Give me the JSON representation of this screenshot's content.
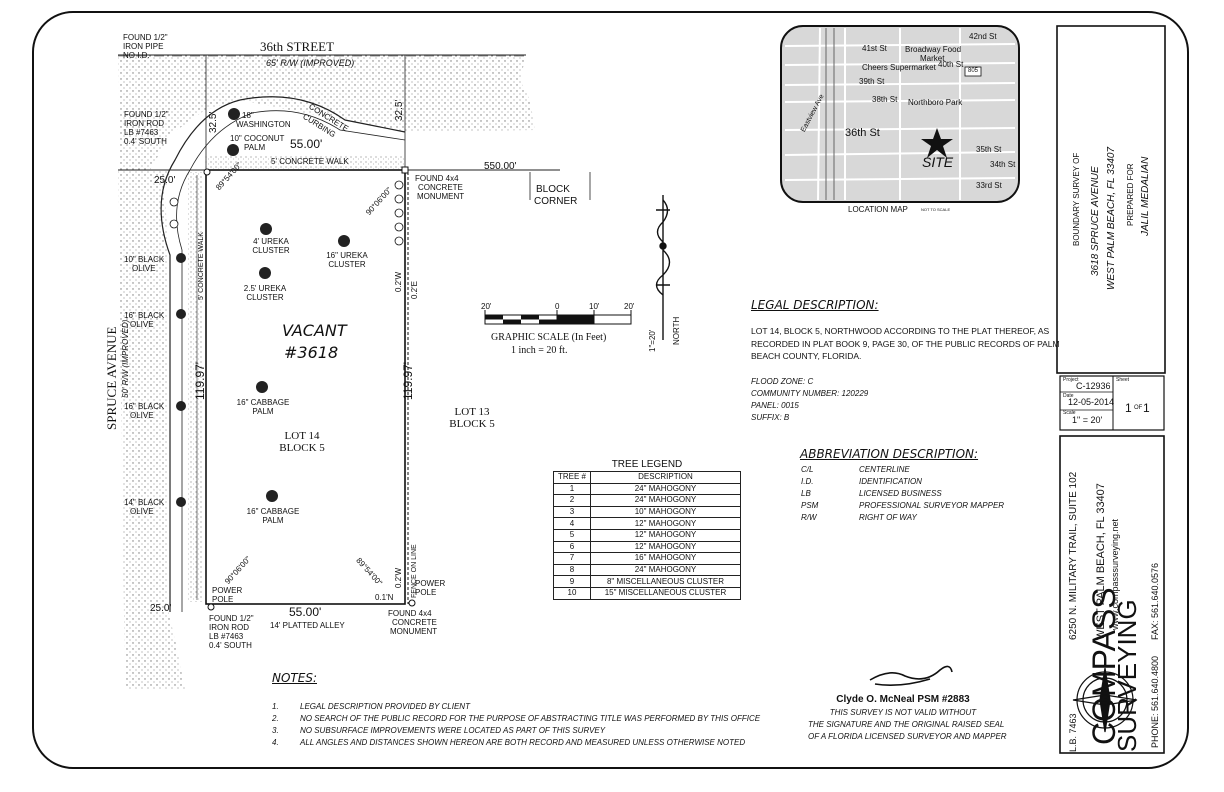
{
  "streets": {
    "north": "36th STREET",
    "north_row": "65' R/W (IMPROVED)",
    "west": "SPRUCE AVENUE",
    "west_row": "50' R/W (IMPROVED)",
    "alley": "14' PLATTED ALLEY"
  },
  "dimensions": {
    "top": "55.00'",
    "bottom": "55.00'",
    "west": "119.97'",
    "east": "119.97'",
    "setback_left": "32.5'",
    "setback_right": "32.5'",
    "corner_nw": "25.0'",
    "corner_sw": "25.0'",
    "block_dist": "550.00'",
    "east_offset_top": "0.2'W",
    "east_offset_mid": "0.2'E",
    "east_offset_bot": "0.2'W",
    "bottom_offset": "0.1'N"
  },
  "angles": {
    "nw": "89°54'00\"",
    "ne": "90°06'00\"",
    "sw": "90°06'00\"",
    "se": "89°54'00\""
  },
  "monuments": {
    "iron_pipe": [
      "FOUND 1/2\"",
      "IRON PIPE",
      "NO I.D."
    ],
    "iron_rod_top": [
      "FOUND 1/2\"",
      "IRON ROD",
      "LB #7463",
      "0.4' SOUTH"
    ],
    "iron_rod_bottom": [
      "FOUND 1/2\"",
      "IRON ROD",
      "LB #7463",
      "0.4' SOUTH"
    ],
    "concrete_top": [
      "FOUND 4x4",
      "CONCRETE",
      "MONUMENT"
    ],
    "concrete_bottom": [
      "FOUND 4x4",
      "CONCRETE",
      "MONUMENT"
    ],
    "power_pole_left": [
      "POWER",
      "POLE"
    ],
    "power_pole_right": [
      "POWER",
      "POLE"
    ]
  },
  "labels": {
    "concrete_curbing": [
      "CONCRETE",
      "CURBING"
    ],
    "concrete_walk_top": "5' CONCRETE WALK",
    "concrete_walk_side": "5' CONCRETE WALK",
    "block_corner": [
      "BLOCK",
      "CORNER"
    ],
    "fence": "FENCE ON LINE",
    "vacant": [
      "VACANT",
      "#3618"
    ],
    "lot14": [
      "LOT 14",
      "BLOCK 5"
    ],
    "lot13": [
      "LOT 13",
      "BLOCK 5"
    ],
    "north": "NORTH",
    "north_scale": "1\"=20'"
  },
  "trees": {
    "washington": [
      "18\"",
      "WASHINGTON"
    ],
    "coconut": [
      "10\" COCONUT",
      "PALM"
    ],
    "ureka4": [
      "4' UREKA",
      "CLUSTER"
    ],
    "ureka16": [
      "16\" UREKA",
      "CLUSTER"
    ],
    "ureka25": [
      "2.5' UREKA",
      "CLUSTER"
    ],
    "cabbage16a": [
      "16\" CABBAGE",
      "PALM"
    ],
    "cabbage16b": [
      "16\" CABBAGE",
      "PALM"
    ],
    "olive10": [
      "10\" BLACK",
      "OLIVE"
    ],
    "olive16a": [
      "16\" BLACK",
      "OLIVE"
    ],
    "olive16b": [
      "16\" BLACK",
      "OLIVE"
    ],
    "olive14": [
      "14\" BLACK",
      "OLIVE"
    ]
  },
  "tree_numbers": [
    "1",
    "2",
    "3",
    "4",
    "5",
    "6",
    "7",
    "8",
    "9",
    "10"
  ],
  "scale": {
    "title": "GRAPHIC SCALE (In Feet)",
    "ratio": "1 inch = 20  ft.",
    "ticks": [
      "20'",
      "0",
      "10'",
      "20'"
    ]
  },
  "location_map": {
    "caption": "LOCATION MAP",
    "not_to_scale": "NOT TO SCALE",
    "site": "SITE",
    "labels": [
      "42nd St",
      "41st St",
      "Broadway Food",
      "Market",
      "40th St",
      "Cheers Supermarket",
      "39th St",
      "38th St",
      "Northboro Park",
      "36th St",
      "35th St",
      "34th St",
      "33rd St",
      "Eastview Ave",
      "805"
    ]
  },
  "legal": {
    "title": "LEGAL DESCRIPTION:",
    "lines": [
      "LOT 14, BLOCK 5, NORTHWOOD ACCORDING TO THE PLAT THEREOF, AS",
      "RECORDED IN PLAT BOOK 9, PAGE 30, OF THE PUBLIC RECORDS OF PALM",
      "BEACH COUNTY, FLORIDA."
    ],
    "flood": [
      "FLOOD ZONE: C",
      "COMMUNITY NUMBER: 120229",
      "PANEL: 0015",
      "SUFFIX: B"
    ]
  },
  "tree_legend": {
    "title": "TREE LEGEND",
    "headers": [
      "TREE #",
      "DESCRIPTION"
    ],
    "rows": [
      [
        "1",
        "24\" MAHOGONY"
      ],
      [
        "2",
        "24\" MAHOGONY"
      ],
      [
        "3",
        "10\" MAHOGONY"
      ],
      [
        "4",
        "12\" MAHOGONY"
      ],
      [
        "5",
        "12\" MAHOGONY"
      ],
      [
        "6",
        "12\" MAHOGONY"
      ],
      [
        "7",
        "16\" MAHOGONY"
      ],
      [
        "8",
        "24\" MAHOGONY"
      ],
      [
        "9",
        "8\" MISCELLANEOUS CLUSTER"
      ],
      [
        "10",
        "15\" MISCELLANEOUS CLUSTER"
      ]
    ]
  },
  "abbreviations": {
    "title": "ABBREVIATION DESCRIPTION:",
    "rows": [
      [
        "C/L",
        "CENTERLINE"
      ],
      [
        "I.D.",
        "IDENTIFICATION"
      ],
      [
        "LB",
        "LICENSED BUSINESS"
      ],
      [
        "PSM",
        "PROFESSIONAL SURVEYOR MAPPER"
      ],
      [
        "R/W",
        "RIGHT OF WAY"
      ]
    ]
  },
  "notes": {
    "title": "NOTES:",
    "numbers": [
      "1.",
      "2.",
      "3.",
      "4."
    ],
    "items": [
      "LEGAL DESCRIPTION PROVIDED BY CLIENT",
      "NO SEARCH OF THE PUBLIC RECORD FOR THE PURPOSE OF ABSTRACTING TITLE WAS PERFORMED BY THIS OFFICE",
      "NO SUBSURFACE IMPROVEMENTS WERE LOCATED AS PART OF THIS SURVEY",
      "ALL ANGLES AND DISTANCES SHOWN HEREON ARE BOTH RECORD AND MEASURED UNLESS OTHERWISE NOTED"
    ]
  },
  "signature": {
    "name": "Clyde O. McNeal PSM #2883",
    "lines": [
      "THIS SURVEY IS NOT VALID WITHOUT",
      "THE SIGNATURE AND THE ORIGINAL RAISED SEAL",
      "OF A FLORIDA LICENSED SURVEYOR AND MAPPER"
    ]
  },
  "title_block": {
    "lines": [
      "BOUNDARY SURVEY OF",
      "3618 SPRUCE AVENUE",
      "WEST PALM BEACH, FL 33407",
      "PREPARED FOR",
      "JALIL MEDALIAN"
    ]
  },
  "project": {
    "project_label": "Project",
    "project": "C-12936",
    "sheet_label": "Sheet",
    "date_label": "Date",
    "date": "12-05-2014",
    "scale_label": "Scale",
    "scale": "1\" = 20'",
    "sheet_num": "1",
    "sheet_of": "OF",
    "sheet_total": "1"
  },
  "company": {
    "name_1": "COMPASS",
    "name_2": "SURVEYING",
    "address_1": "6250 N. MILITARY TRAIL, SUITE 102",
    "address_2": "WEST PALM BEACH, FL 33407",
    "web": "www.compasssurveying.net",
    "phone": "PHONE: 561.640.4800",
    "fax": "FAX: 561.640.0576",
    "lb": "L.B. 7463"
  },
  "colors": {
    "ink": "#111111",
    "hatch": "#8a8a8a",
    "map_bg": "#d6d6d6"
  }
}
